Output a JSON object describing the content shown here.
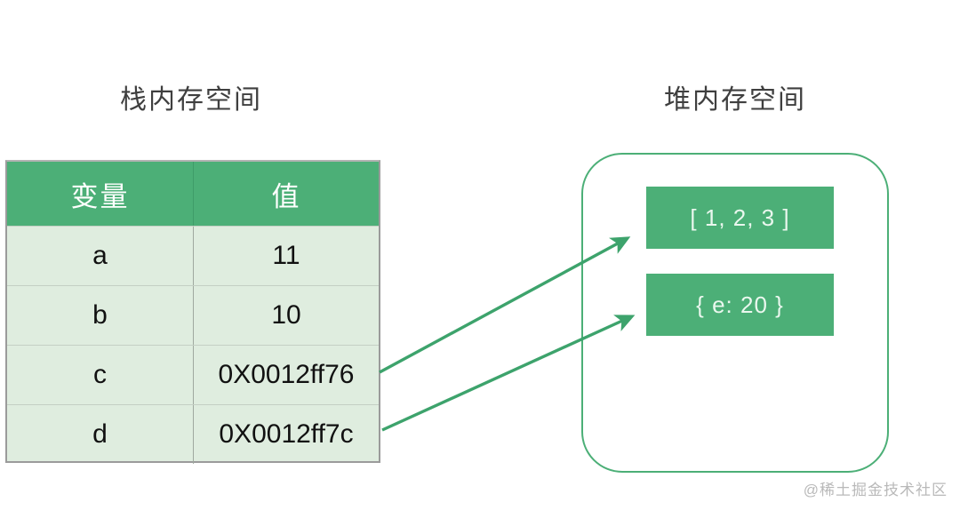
{
  "diagram": {
    "background_color": "#ffffff",
    "accent_green": "#4caf77",
    "row_fill": "#dfeddf",
    "text_color": "#3f3f3f"
  },
  "stack": {
    "title": "栈内存空间",
    "table": {
      "columns": [
        "变量",
        "值"
      ],
      "rows": [
        {
          "variable": "a",
          "value": "11"
        },
        {
          "variable": "b",
          "value": "10"
        },
        {
          "variable": "c",
          "value": "0X0012ff76"
        },
        {
          "variable": "d",
          "value": "0X0012ff7c"
        }
      ]
    }
  },
  "heap": {
    "title": "堆内存空间",
    "items": [
      {
        "label": "[ 1, 2, 3 ]"
      },
      {
        "label": "{ e: 20 }"
      }
    ]
  },
  "arrows": [
    {
      "name": "pointer-c-to-array",
      "from_row": "c",
      "to_item": "[ 1, 2, 3 ]"
    },
    {
      "name": "pointer-d-to-object",
      "from_row": "d",
      "to_item": "{ e: 20 }"
    }
  ],
  "watermark": "@稀土掘金技术社区"
}
